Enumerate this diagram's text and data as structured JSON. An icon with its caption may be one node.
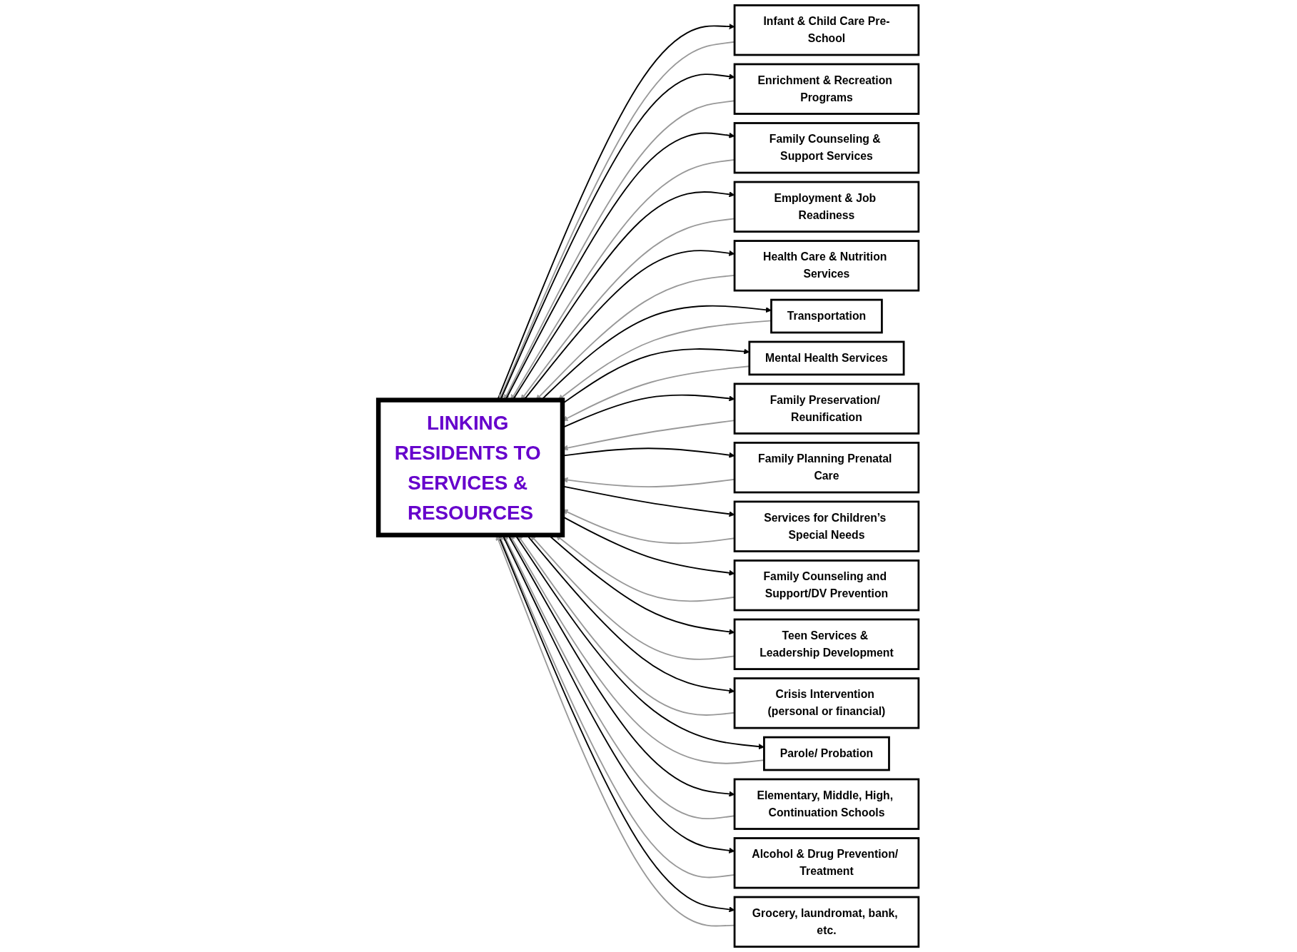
{
  "diagram": {
    "nodes": [
      {
        "text": [
          "LINKING RESIDENTS TO SERVICES & RESOURCES"
        ]
      },
      {
        "text": [
          "Infant & Child Care Pre-School"
        ]
      },
      {
        "text": [
          "Enrichment & Recreation Programs"
        ]
      },
      {
        "text": [
          "Family Counseling & Support Services"
        ]
      },
      {
        "text": [
          "Employment & Job Readiness"
        ]
      },
      {
        "text": [
          "Health Care & Nutrition Services"
        ]
      },
      {
        "text": [
          "Transportation"
        ]
      },
      {
        "text": [
          "Mental Health Services"
        ]
      },
      {
        "text": [
          "Family Preservation/ Reunification"
        ]
      },
      {
        "text": [
          "Family Planning Prenatal Care"
        ]
      },
      {
        "text": [
          "Services for Children’s Special Needs"
        ]
      },
      {
        "text": [
          "Family Counseling and Support/DV Prevention"
        ]
      },
      {
        "text": [
          "Teen Services & Leadership Development"
        ]
      },
      {
        "text": [
          "Crisis Intervention (personal or financial)"
        ]
      },
      {
        "text": [
          "Parole/ Probation"
        ]
      },
      {
        "text": [
          "Elementary, Middle, High, Continuation Schools"
        ]
      },
      {
        "text": [
          "Alcohol & Drug Prevention/ Treatment"
        ]
      },
      {
        "text": [
          "Grocery, laundromat, bank, etc."
        ]
      }
    ],
    "edges": [
      {
        "from": 0,
        "to": 1,
        "arrow": "to"
      },
      {
        "from": 1,
        "to": 0,
        "arrow": "to",
        "color": "#999999"
      },
      {
        "from": 0,
        "to": 2,
        "arrow": "to"
      },
      {
        "from": 2,
        "to": 0,
        "arrow": "to",
        "color": "#999999"
      },
      {
        "from": 0,
        "to": 3,
        "arrow": "to"
      },
      {
        "from": 3,
        "to": 0,
        "arrow": "to",
        "color": "#999999"
      },
      {
        "from": 0,
        "to": 4,
        "arrow": "to"
      },
      {
        "from": 4,
        "to": 0,
        "arrow": "to",
        "color": "#999999"
      },
      {
        "from": 0,
        "to": 5,
        "arrow": "to"
      },
      {
        "from": 5,
        "to": 0,
        "arrow": "to",
        "color": "#999999"
      },
      {
        "from": 0,
        "to": 6,
        "arrow": "to"
      },
      {
        "from": 6,
        "to": 0,
        "arrow": "to",
        "color": "#999999"
      },
      {
        "from": 0,
        "to": 7,
        "arrow": "to"
      },
      {
        "from": 7,
        "to": 0,
        "arrow": "to",
        "color": "#999999"
      },
      {
        "from": 0,
        "to": 8,
        "arrow": "to"
      },
      {
        "from": 8,
        "to": 0,
        "arrow": "to",
        "color": "#999999"
      },
      {
        "from": 0,
        "to": 9,
        "arrow": "to"
      },
      {
        "from": 9,
        "to": 0,
        "arrow": "to",
        "color": "#999999"
      },
      {
        "from": 0,
        "to": 10,
        "arrow": "to"
      },
      {
        "from": 10,
        "to": 0,
        "arrow": "to",
        "color": "#999999"
      },
      {
        "from": 0,
        "to": 11,
        "arrow": "to"
      },
      {
        "from": 11,
        "to": 0,
        "arrow": "to",
        "color": "#999999"
      },
      {
        "from": 0,
        "to": 12,
        "arrow": "to"
      },
      {
        "from": 12,
        "to": 0,
        "arrow": "to",
        "color": "#999999"
      },
      {
        "from": 0,
        "to": 13,
        "arrow": "to"
      },
      {
        "from": 13,
        "to": 0,
        "arrow": "to",
        "color": "#999999"
      },
      {
        "from": 0,
        "to": 14,
        "arrow": "to"
      },
      {
        "from": 14,
        "to": 0,
        "arrow": "to",
        "color": "#999999"
      },
      {
        "from": 0,
        "to": 15,
        "arrow": "to"
      },
      {
        "from": 15,
        "to": 0,
        "arrow": "to",
        "color": "#999999"
      },
      {
        "from": 0,
        "to": 16,
        "arrow": "to"
      },
      {
        "from": 16,
        "to": 0,
        "arrow": "to",
        "color": "#999999"
      },
      {
        "from": 0,
        "to": 17,
        "arrow": "to"
      },
      {
        "from": 17,
        "to": 0,
        "arrow": "to",
        "color": "#999999"
      }
    ]
  }
}
